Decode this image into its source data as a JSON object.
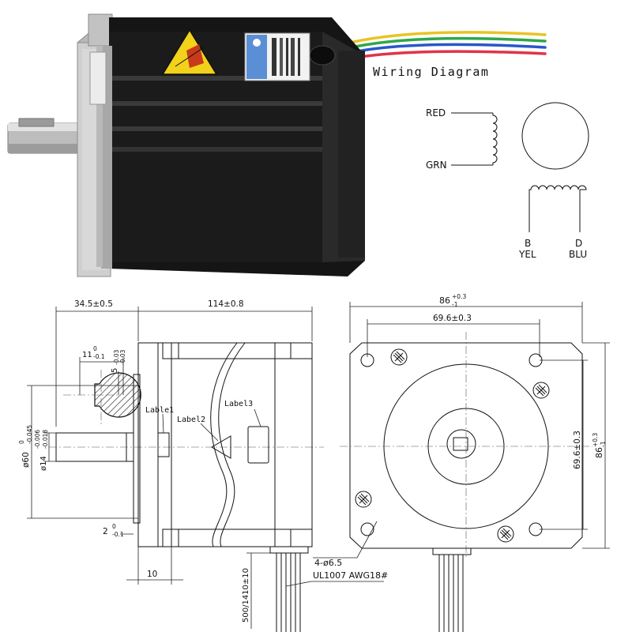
{
  "wiring": {
    "title": "Wiring Diagram",
    "wire_red": "RED",
    "wire_grn": "GRN",
    "terminal_b": "B",
    "terminal_d": "D",
    "wire_yel": "YEL",
    "wire_blu": "BLU"
  },
  "dims": {
    "front_len": "34.5±0.5",
    "body_len": "114±0.8",
    "key_width": "11",
    "key_width_tol_upper": "0",
    "key_width_tol_lower": "-0.1",
    "key_depth": "5",
    "key_depth_tol_upper": "-0.03",
    "key_depth_tol_lower": "-0.03",
    "pilot_dia": "ø60",
    "pilot_dia_tol_upper": "0",
    "pilot_dia_tol_lower": "-0.045",
    "shaft_dia": "ø14",
    "shaft_dia_tol_upper": "-0.006",
    "shaft_dia_tol_lower": "-0.018",
    "pilot_depth": "2",
    "pilot_depth_tol_upper": "0",
    "pilot_depth_tol_lower": "-0.1",
    "flange_thk": "10",
    "lead_len": "500/1410±10",
    "label1": "Lable1",
    "label2": "Label2",
    "label3": "Label3",
    "flange_width": "86",
    "flange_width_tol_upper": "+0.3",
    "flange_width_tol_lower": "-1",
    "hole_spacing_h": "69.6±0.3",
    "hole_spacing_v": "69.6±0.3",
    "flange_height": "86",
    "flange_height_tol_upper": "+0.3",
    "flange_height_tol_lower": "-1",
    "holes": "4-ø6.5",
    "wire_spec": "UL1007  AWG18#"
  },
  "colors": {
    "motor_body": "#151515",
    "flange_metal": "#c9c9c9",
    "wire_red": "#e0344a",
    "wire_green": "#2ea84a",
    "wire_blue": "#2a56c8",
    "wire_yellow": "#e8c424",
    "warning_label": "#f2d21a",
    "spec_label": "#5a8fd6"
  }
}
